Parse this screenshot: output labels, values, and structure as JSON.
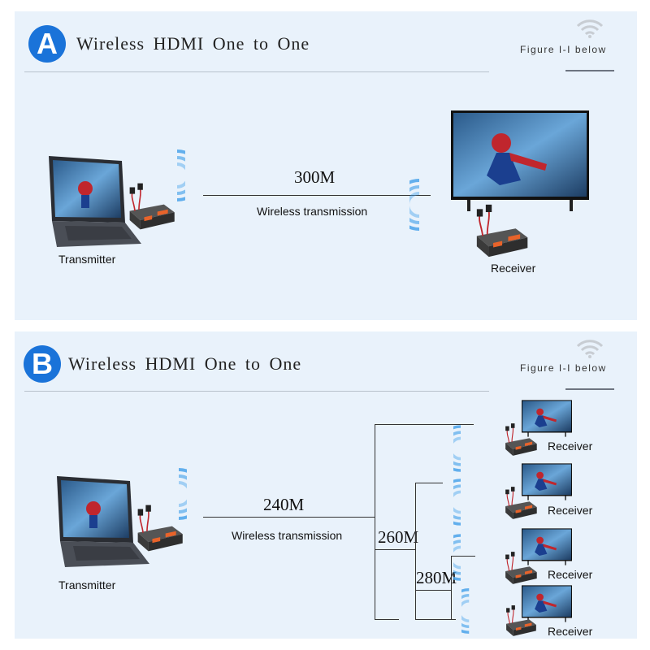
{
  "panel_a": {
    "badge_letter": "A",
    "title": "Wireless HDMI One to One",
    "figure_label": "Figure I-I below",
    "speed": "300M",
    "link_label": "Wireless transmission",
    "transmitter_label": "Transmitter",
    "receiver_label": "Receiver"
  },
  "panel_b": {
    "badge_letter": "B",
    "title": "Wireless HDMI One to One",
    "figure_label": "Figure I-I below",
    "speed_main": "240M",
    "link_label": "Wireless transmission",
    "speed_mid": "260M",
    "speed_inner": "280M",
    "transmitter_label": "Transmitter",
    "receivers": [
      "Receiver",
      "Receiver",
      "Receiver",
      "Receiver"
    ]
  },
  "colors": {
    "badge": "#1a73d9",
    "wave": "#4aa3ea",
    "box": "#3a3a3a",
    "box_accent": "#e8632a",
    "panel_bg": "#e9f2fb"
  },
  "icons": [
    "wifi-icon",
    "laptop-icon",
    "tv-icon",
    "hdmi-box-icon",
    "signal-wave-icon"
  ]
}
